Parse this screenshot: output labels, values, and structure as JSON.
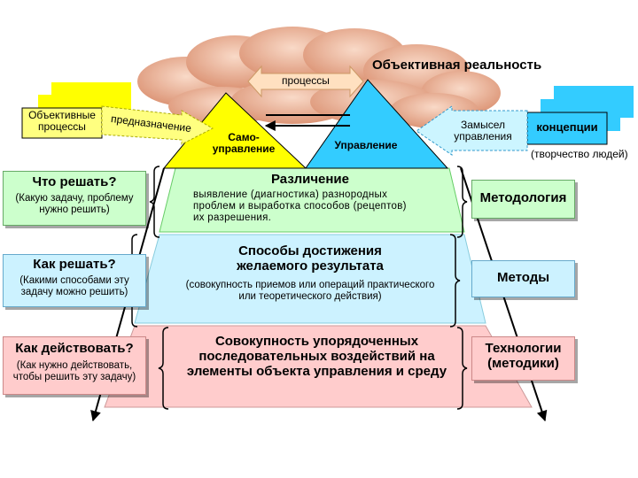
{
  "top": {
    "reality": "Объективная реальность",
    "processes": "процессы"
  },
  "left_stack": {
    "objective_processes": "Объективные\nпроцессы",
    "purpose": "предназначение"
  },
  "right_stack": {
    "concepts": "концепции",
    "creativity": "(творчество людей)",
    "intent": "Замысел\nуправления"
  },
  "pyramid": {
    "self_management": "Само-\nуправление",
    "management": "Управление"
  },
  "rows": [
    {
      "question": "Что решать?",
      "question_sub": "(Какую задачу, проблему\nнужно решить)",
      "center_title": "Различение",
      "center_text": "выявление (диагностика) разнородных\nпроблем и выработка способов (рецептов)\nих разрешения.",
      "right": "Методология"
    },
    {
      "question": "Как решать?",
      "question_sub": "(Какими способами эту\nзадачу можно решить)",
      "center_title": "Способы достижения\nжелаемого результата",
      "center_text": "(совокупность приемов или операций практического\nили теоретического действия)",
      "right": "Методы"
    },
    {
      "question": "Как действовать?",
      "question_sub": "(Как нужно действовать,\nчтобы решить эту задачу)",
      "center_title": "Совокупность упорядоченных\nпоследовательных воздействий на\nэлементы объекта управления и среду",
      "center_text": "",
      "right": "Технологии\n(методики)"
    }
  ],
  "colors": {
    "yellow": "#ffff00",
    "cyan": "#33ccff",
    "light_cyan": "#ccf5ff",
    "band_green": "#ccffcc",
    "band_cyan": "#ccf2ff",
    "band_pink": "#ffcccc",
    "cloud": "#e8a283"
  }
}
